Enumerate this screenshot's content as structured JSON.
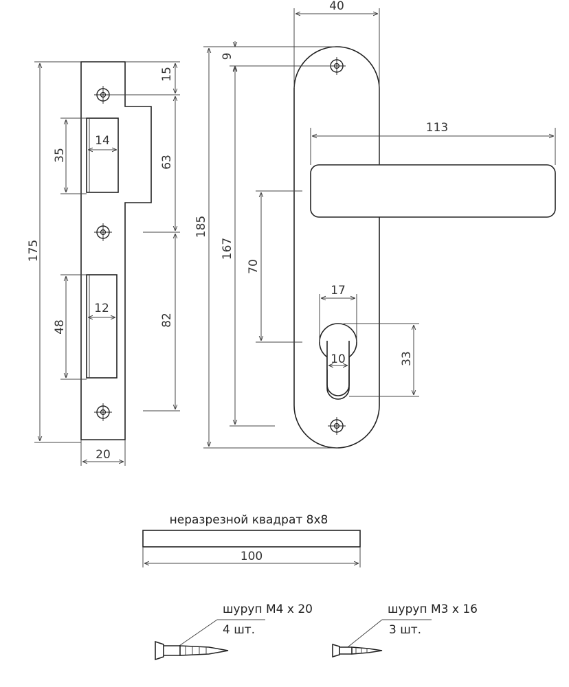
{
  "strike_plate": {
    "dims": {
      "overall_length": "175",
      "top_offset": "15",
      "upper_slot_height": "35",
      "upper_slot_width": "14",
      "screw_spacing_upper": "63",
      "lower_slot_height": "48",
      "lower_slot_width": "12",
      "screw_spacing_lower": "82",
      "plate_width": "20"
    }
  },
  "handle_plate": {
    "dims": {
      "plate_width": "40",
      "top_screw_offset": "9",
      "lever_length": "113",
      "overall_height": "185",
      "screw_spacing": "167",
      "handle_to_cylinder": "70",
      "cylinder_width": "17",
      "cylinder_inner_width": "10",
      "cylinder_height": "33"
    }
  },
  "spindle": {
    "label": "неразрезной квадрат 8х8",
    "length": "100"
  },
  "screws": [
    {
      "name": "шуруп М4 х 20",
      "qty": "4 шт."
    },
    {
      "name": "шуруп М3 х 16",
      "qty": "3 шт."
    }
  ]
}
